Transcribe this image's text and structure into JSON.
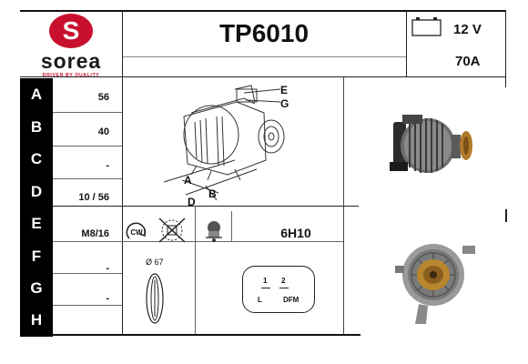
{
  "header": {
    "brand": "sorea",
    "tagline": "DRIVEN BY QUALITY",
    "part_code": "TP6010",
    "voltage": "12 V",
    "amperage": "70A",
    "brand_color": "#c8102e"
  },
  "rows": [
    {
      "letter": "A",
      "value": "56"
    },
    {
      "letter": "B",
      "value": "40"
    },
    {
      "letter": "C",
      "value": "-"
    },
    {
      "letter": "D",
      "value": "10 / 56"
    },
    {
      "letter": "E",
      "value": "M8/16"
    },
    {
      "letter": "F",
      "value": "-"
    },
    {
      "letter": "G",
      "value": "-"
    },
    {
      "letter": "H",
      "value": ""
    }
  ],
  "diagram": {
    "labels": {
      "a": "A",
      "b": "B",
      "d": "D",
      "e": "E",
      "g": "G"
    }
  },
  "rotation": {
    "direction": "CW"
  },
  "clock_code": "6H10",
  "pulley": {
    "diameter": "Ø 67"
  },
  "connector": {
    "pin1": "1",
    "pin2": "2",
    "l": "L",
    "dfm": "DFM"
  },
  "icons": [
    "battery-icon",
    "rotation-cw-icon",
    "no-fan-icon",
    "regulator-icon",
    "pulley-icon",
    "connector-plug-icon"
  ]
}
